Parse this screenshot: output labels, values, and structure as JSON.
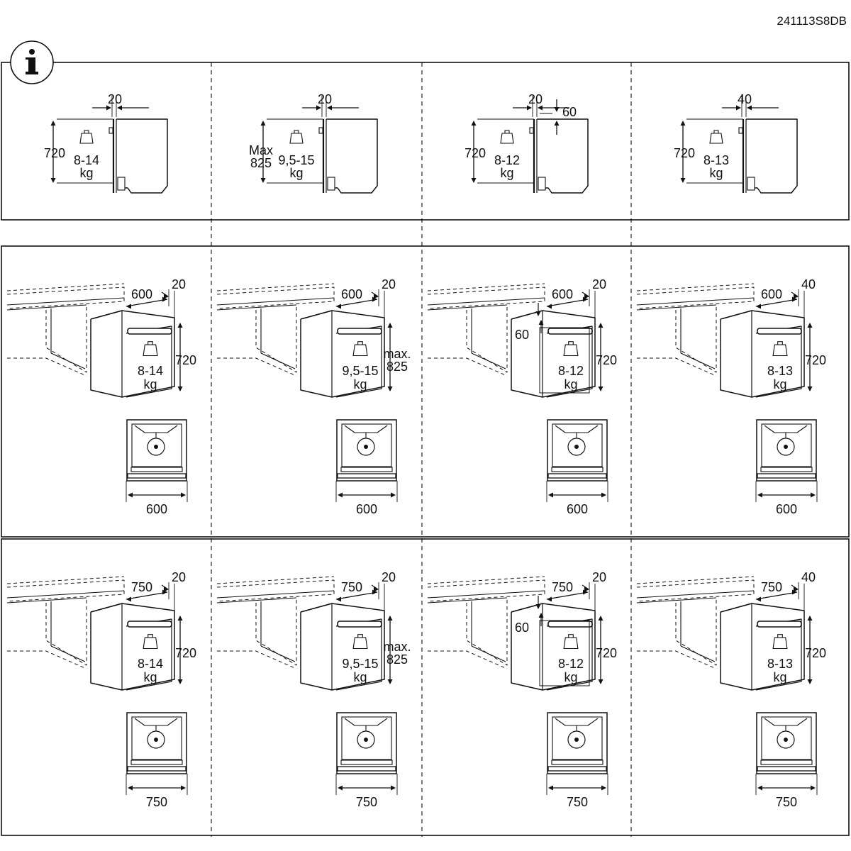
{
  "doc_code": "241113S8DB",
  "icons": {
    "info": "info-icon",
    "weight": "weight-icon"
  },
  "side_views": [
    {
      "gap": "20",
      "height_label": "720",
      "weight": "8-14",
      "unit": "kg",
      "top_gap": ""
    },
    {
      "gap": "20",
      "height_label": "Max\n825",
      "weight": "9,5-15",
      "unit": "kg",
      "top_gap": ""
    },
    {
      "gap": "20",
      "height_label": "720",
      "weight": "8-12",
      "unit": "kg",
      "top_gap": "60"
    },
    {
      "gap": "40",
      "height_label": "720",
      "weight": "8-13",
      "unit": "kg",
      "top_gap": ""
    }
  ],
  "rows": [
    {
      "depth": "600",
      "width": "600",
      "cells": [
        {
          "gap": "20",
          "height_label": "720",
          "weight": "8-14",
          "unit": "kg",
          "top_gap": ""
        },
        {
          "gap": "20",
          "height_label": "max.\n825",
          "weight": "9,5-15",
          "unit": "kg",
          "top_gap": ""
        },
        {
          "gap": "20",
          "height_label": "720",
          "weight": "8-12",
          "unit": "kg",
          "top_gap": "60"
        },
        {
          "gap": "40",
          "height_label": "720",
          "weight": "8-13",
          "unit": "kg",
          "top_gap": ""
        }
      ]
    },
    {
      "depth": "750",
      "width": "750",
      "cells": [
        {
          "gap": "20",
          "height_label": "720",
          "weight": "8-14",
          "unit": "kg",
          "top_gap": ""
        },
        {
          "gap": "20",
          "height_label": "max.\n825",
          "weight": "9,5-15",
          "unit": "kg",
          "top_gap": ""
        },
        {
          "gap": "20",
          "height_label": "720",
          "weight": "8-12",
          "unit": "kg",
          "top_gap": "60"
        },
        {
          "gap": "40",
          "height_label": "720",
          "weight": "8-13",
          "unit": "kg",
          "top_gap": ""
        }
      ]
    }
  ]
}
